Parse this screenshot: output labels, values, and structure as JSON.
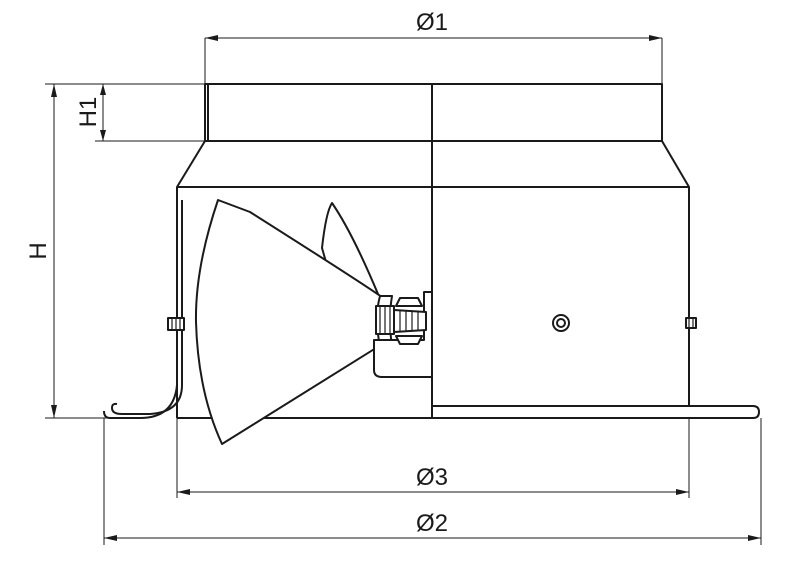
{
  "dimensions": {
    "d1": "Ø1",
    "d2": "Ø2",
    "d3": "Ø3",
    "h": "H",
    "h1": "H1"
  }
}
